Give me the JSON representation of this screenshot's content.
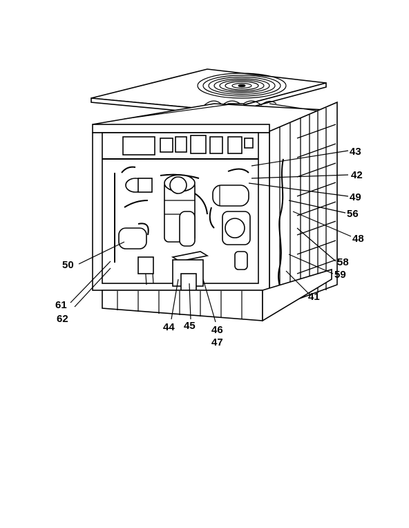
{
  "diagram": {
    "callouts": [
      {
        "id": "43",
        "label": "43"
      },
      {
        "id": "42",
        "label": "42"
      },
      {
        "id": "49",
        "label": "49"
      },
      {
        "id": "56",
        "label": "56"
      },
      {
        "id": "48",
        "label": "48"
      },
      {
        "id": "58",
        "label": "58"
      },
      {
        "id": "59",
        "label": "59"
      },
      {
        "id": "41",
        "label": "41"
      },
      {
        "id": "50",
        "label": "50"
      },
      {
        "id": "61",
        "label": "61"
      },
      {
        "id": "62",
        "label": "62"
      },
      {
        "id": "44",
        "label": "44"
      },
      {
        "id": "45",
        "label": "45"
      },
      {
        "id": "46",
        "label": "46"
      },
      {
        "id": "47",
        "label": "47"
      }
    ]
  }
}
